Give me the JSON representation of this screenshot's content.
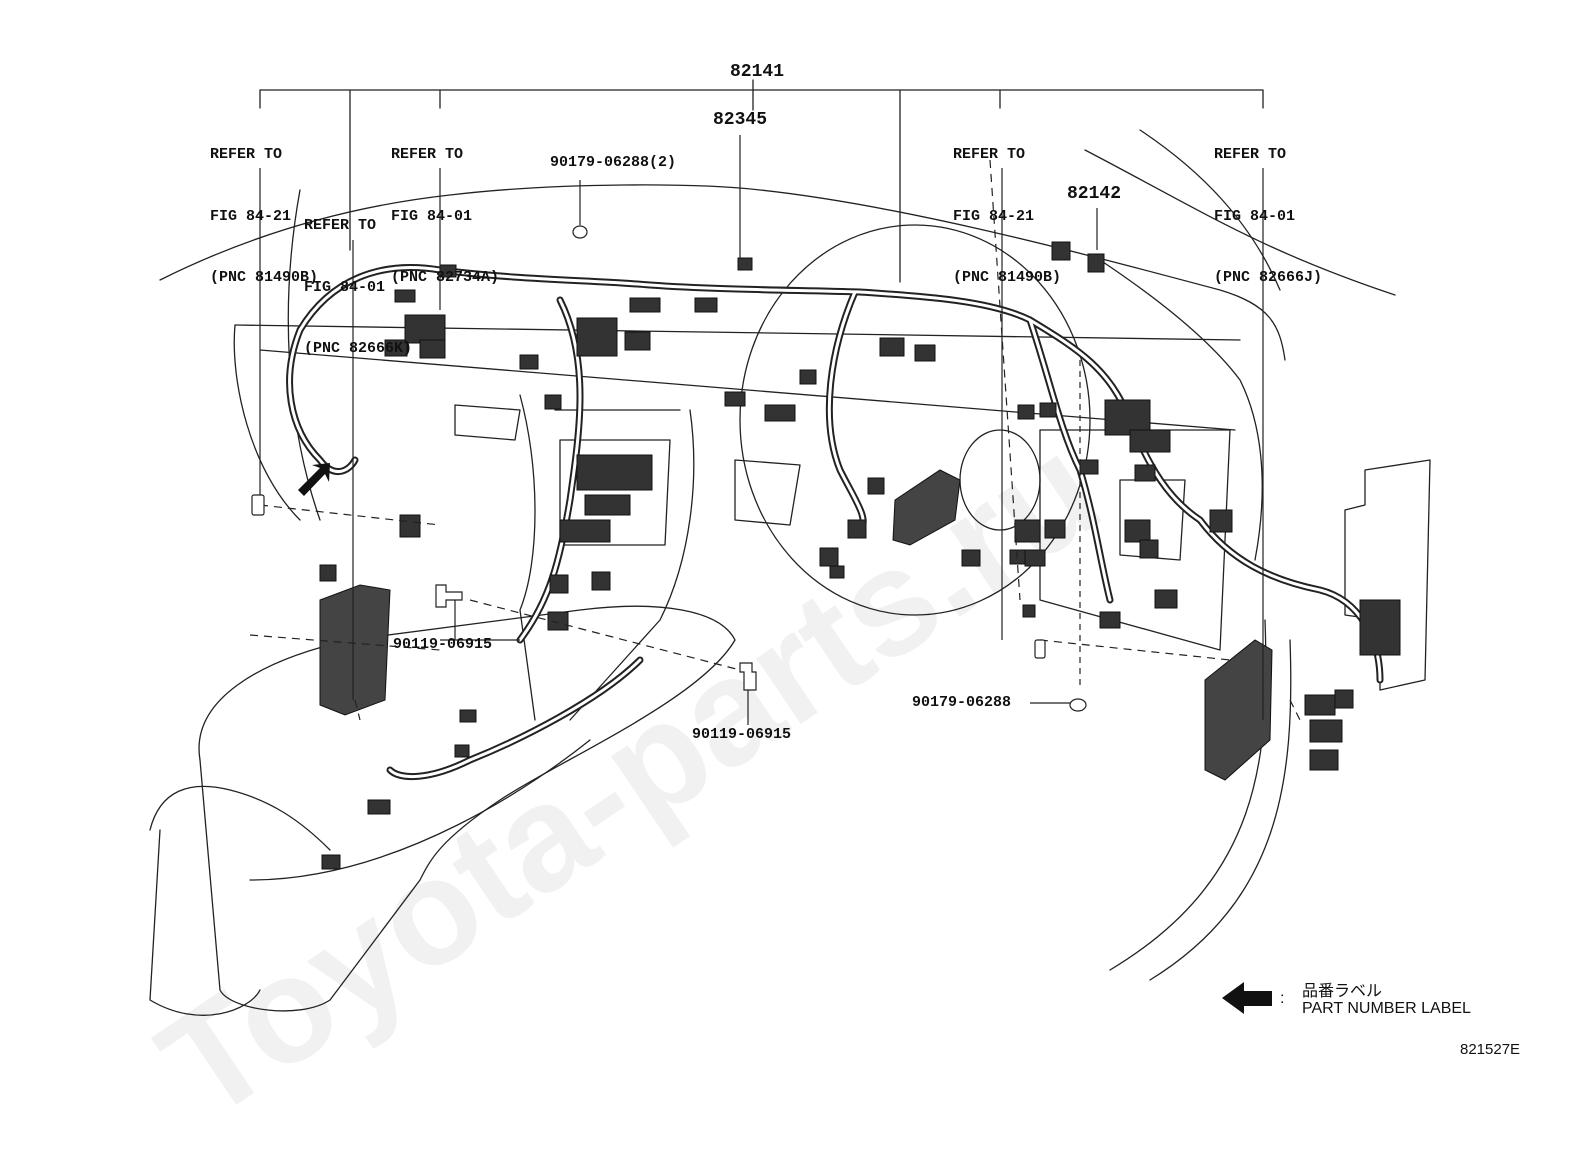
{
  "callouts": {
    "main_harness": "82141",
    "sub_part_a": "82345",
    "sub_part_b": "82142",
    "clip_top": "90179-06288(2)",
    "clip_right": "90179-06288",
    "bolt_left": "90119-06915",
    "bolt_center": "90119-06915"
  },
  "references": [
    {
      "line1": "REFER TO",
      "line2": "FIG 84-21",
      "line3": "(PNC 81490B)"
    },
    {
      "line1": "REFER TO",
      "line2": "FIG 84-01",
      "line3": "(PNC 82734A)"
    },
    {
      "line1": "REFER TO",
      "line2": "FIG 84-01",
      "line3": "(PNC 82666K)"
    },
    {
      "line1": "REFER TO",
      "line2": "FIG 84-21",
      "line3": "(PNC 81490B)"
    },
    {
      "line1": "REFER TO",
      "line2": "FIG 84-01",
      "line3": "(PNC 82666J)"
    }
  ],
  "legend": {
    "jp_label": "品番ラベル",
    "colon": ":",
    "en_label": "PART NUMBER LABEL",
    "arrow_icon": "left-arrow-icon"
  },
  "figure_id": "821527E",
  "watermark": "Toyota-parts.ru"
}
